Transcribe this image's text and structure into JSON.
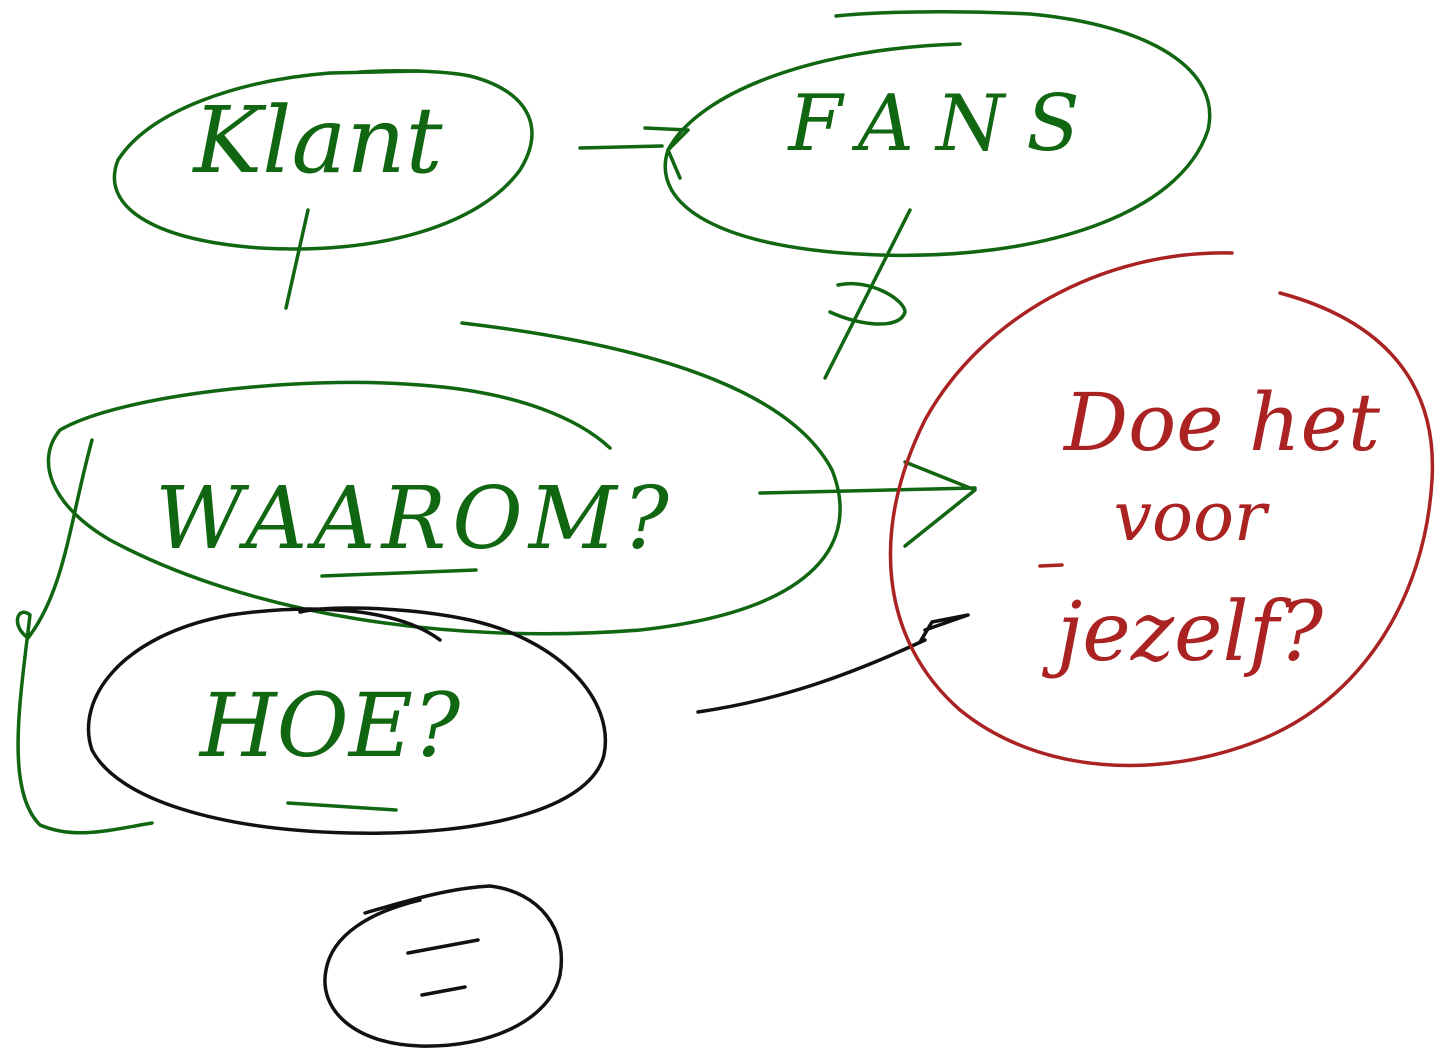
{
  "colors": {
    "green": "#116611",
    "black": "#111111",
    "red": "#aa2222"
  },
  "nodes": {
    "klant": "Klant",
    "fans": "FANS",
    "waarom": "WAAROM?",
    "hoe": "HOE?",
    "doe_het_line1": "Doe het",
    "doe_het_line2": "voor",
    "doe_het_line3": "jezelf?"
  }
}
